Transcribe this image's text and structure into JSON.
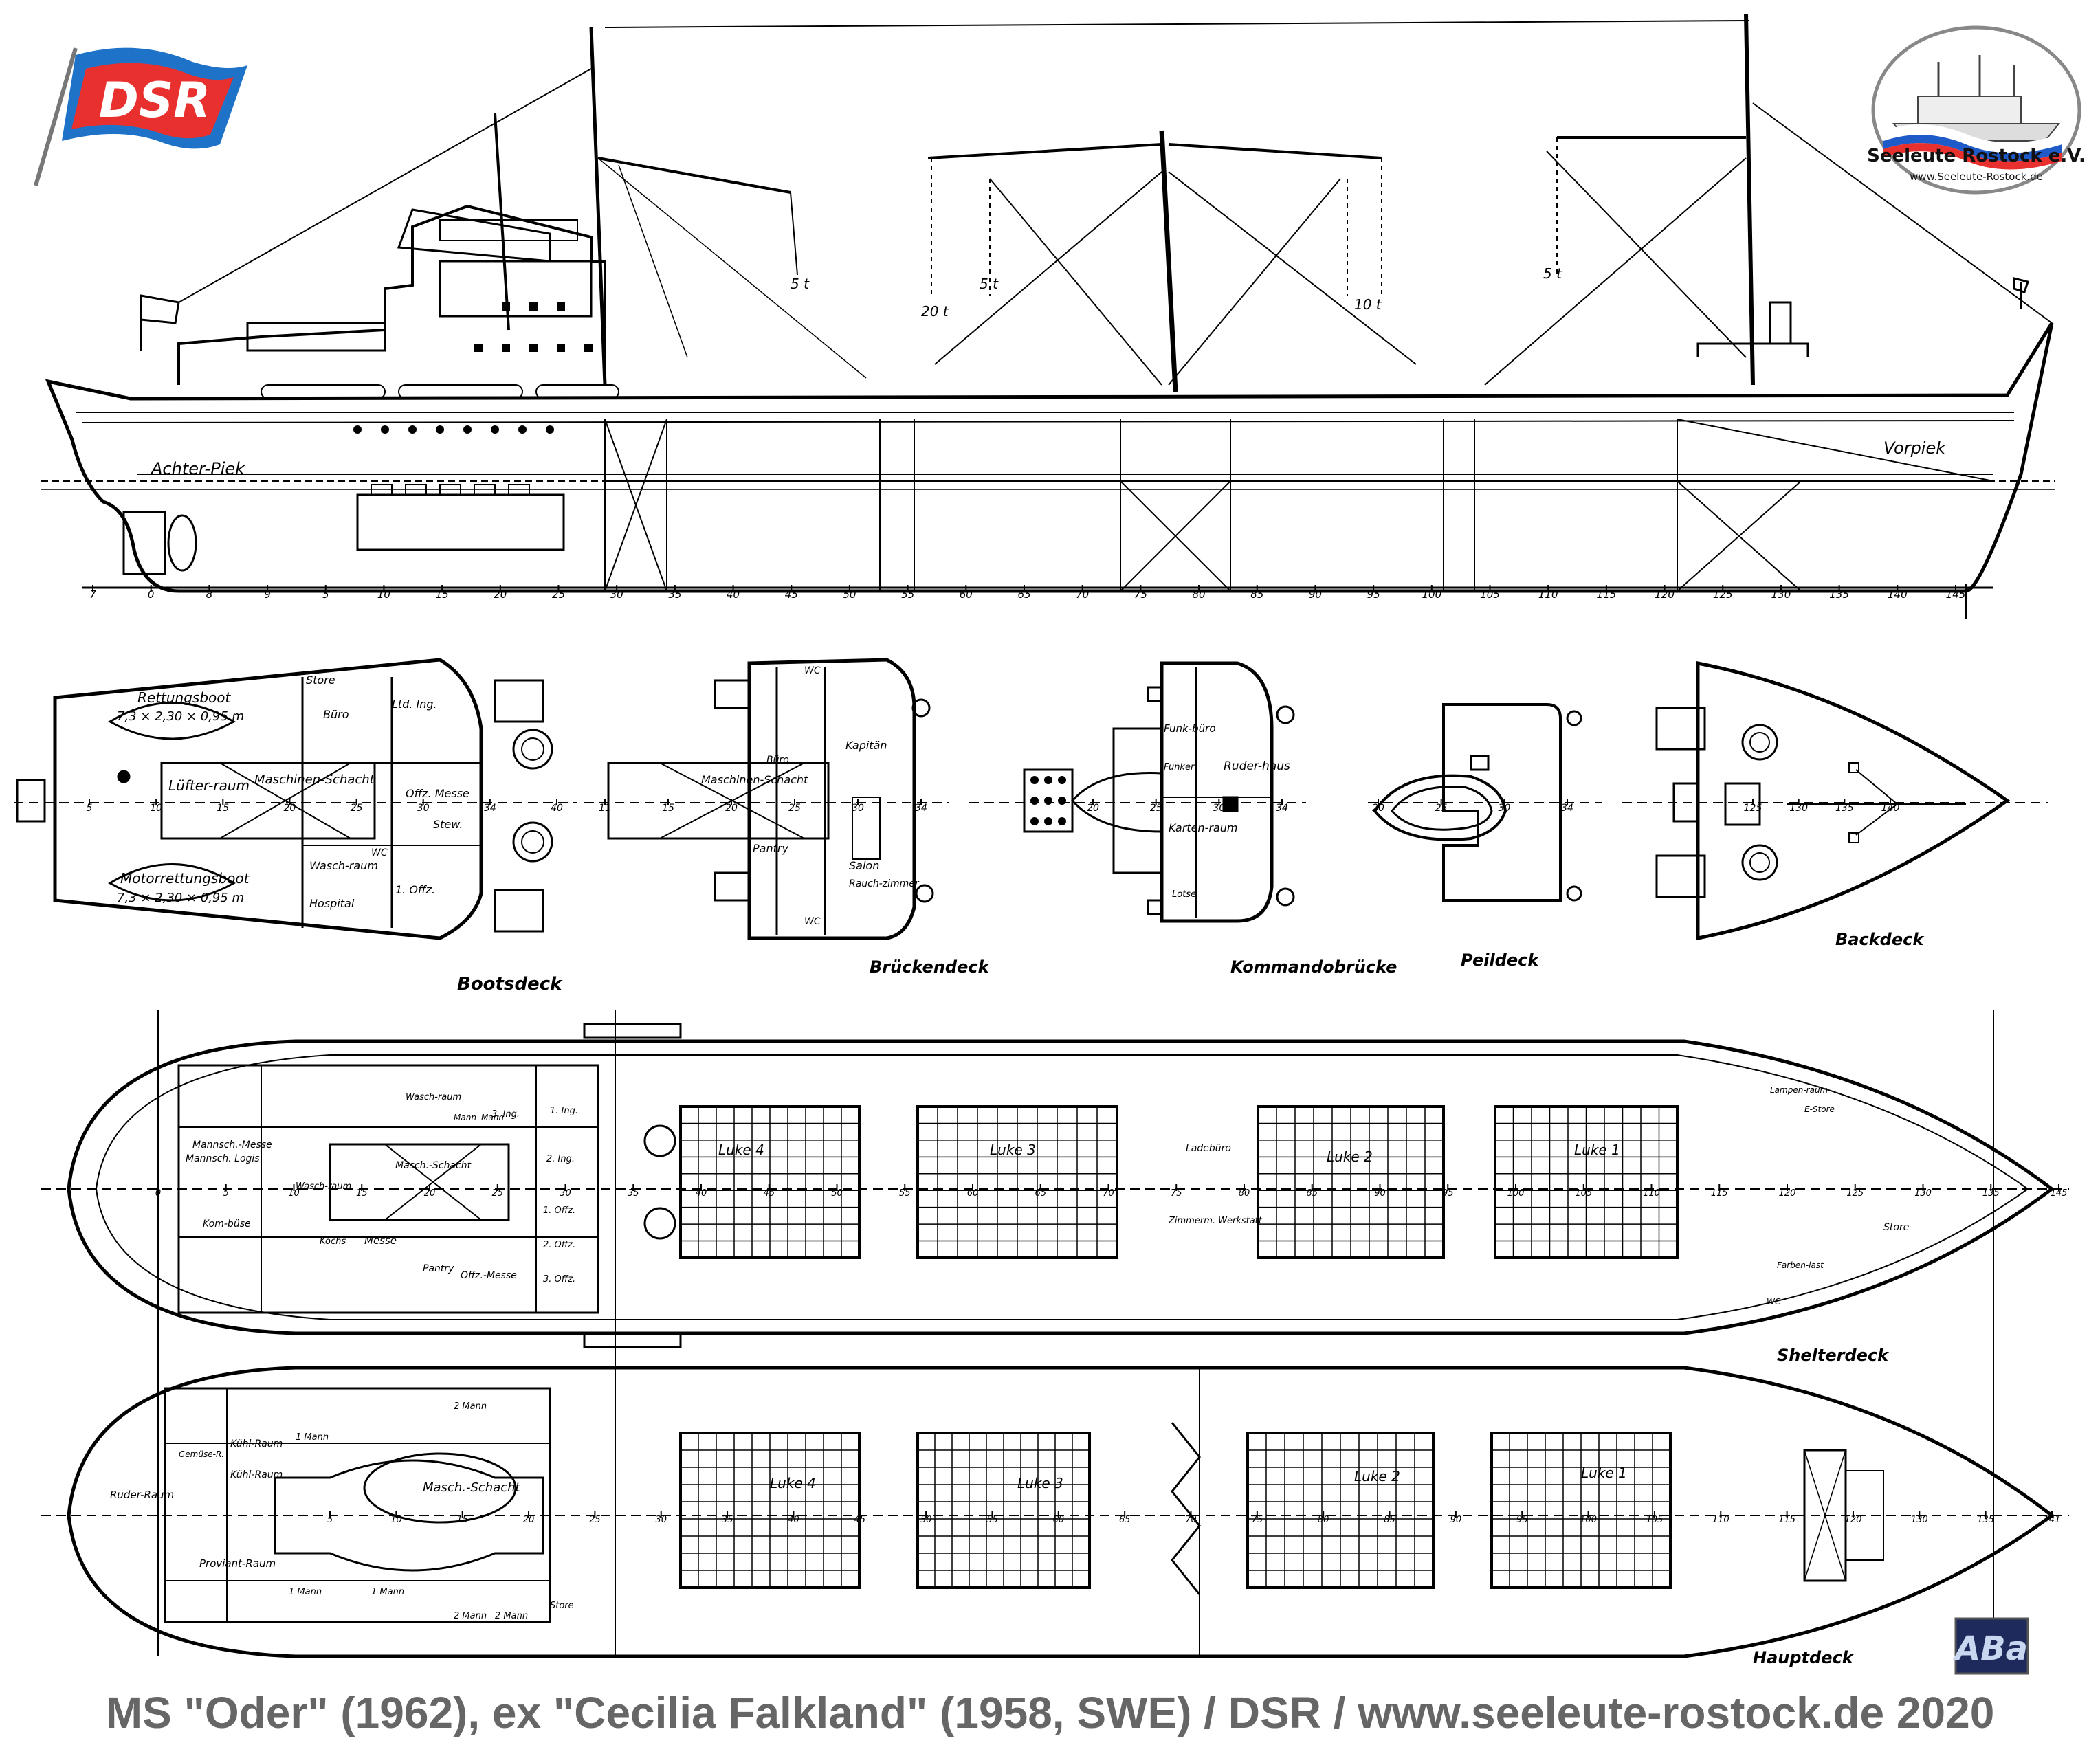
{
  "logos": {
    "dsr": "DSR",
    "club_name": "Seeleute Rostock e.V.",
    "club_url": "www.Seeleute-Rostock.de",
    "initials": "ABa"
  },
  "profile": {
    "aft_peak": "Achter-Piek",
    "fore_peak": "Vorpiek",
    "derricks": [
      "5 t",
      "20 t",
      "5 t",
      "10 t",
      "5 t"
    ],
    "frame_scale": [
      "7",
      "0",
      "8",
      "9",
      "5",
      "10",
      "15",
      "20",
      "25",
      "30",
      "35",
      "40",
      "45",
      "50",
      "55",
      "60",
      "65",
      "70",
      "75",
      "80",
      "85",
      "90",
      "95",
      "100",
      "105",
      "110",
      "115",
      "120",
      "125",
      "130",
      "135",
      "140",
      "145"
    ]
  },
  "boat_deck": {
    "title": "Bootsdeck",
    "lifeboat": "Rettungsboot",
    "lifeboat_dims": "7,3 × 2,30 × 0,95 m",
    "motor_lifeboat": "Motorrettungsboot",
    "motor_lifeboat_dims": "7,3 × 2,30 × 0,95 m",
    "rooms": [
      "Store",
      "Büro",
      "Ltd. Ing.",
      "Lüfter-raum",
      "Maschinen-Schacht",
      "Offz. Messe",
      "Stew.",
      "Wasch-raum",
      "1. Offz.",
      "Hospital",
      "WC"
    ],
    "frames": [
      "5",
      "10",
      "15",
      "20",
      "25",
      "30",
      "34",
      "40"
    ]
  },
  "bridge_deck": {
    "title": "Brückendeck",
    "rooms": [
      "WC",
      "Büro",
      "Kapitän",
      "Maschinen-Schacht",
      "Pantry",
      "Salon",
      "Rauch-zimmer",
      "WC"
    ],
    "frames": [
      "11",
      "15",
      "20",
      "25",
      "30",
      "34"
    ]
  },
  "command_bridge": {
    "title": "Kommandobrücke",
    "rooms": [
      "Funk-büro",
      "Funker",
      "Ruder-haus",
      "Karten-raum",
      "Lotse"
    ],
    "frames": [
      "20",
      "25",
      "30",
      "34"
    ]
  },
  "peil_deck": {
    "title": "Peildeck",
    "frames": [
      "20",
      "25",
      "30",
      "34"
    ]
  },
  "forecastle": {
    "title": "Backdeck",
    "frames": [
      "125",
      "130",
      "135",
      "140"
    ]
  },
  "shelter_deck": {
    "title": "Shelterdeck",
    "hatches": [
      "Luke 4",
      "Luke 3",
      "Luke 2",
      "Luke 1"
    ],
    "rooms": [
      "Mannsch.-Messe",
      "Mannsch. Logis",
      "Kom-büse",
      "Wasch-raum",
      "Kochs",
      "Messe",
      "Pantry",
      "Offz.-Messe",
      "Masch.-Schacht",
      "1. Ing.",
      "2. Ing.",
      "3. Ing.",
      "1. Offz.",
      "2. Offz.",
      "3. Offz.",
      "Wasch-raum",
      "Mann",
      "Mann",
      "Ladebüro",
      "Zimmerm. Werkstatt",
      "Lampen-raum",
      "E-Store",
      "Store",
      "Farben-last",
      "WC"
    ],
    "frames": [
      "0",
      "5",
      "10",
      "15",
      "20",
      "25",
      "30",
      "35",
      "40",
      "45",
      "50",
      "55",
      "60",
      "65",
      "70",
      "75",
      "80",
      "85",
      "90",
      "95",
      "100",
      "105",
      "110",
      "115",
      "120",
      "125",
      "130",
      "135",
      "145"
    ]
  },
  "main_deck": {
    "title": "Hauptdeck",
    "hatches": [
      "Luke 4",
      "Luke 3",
      "Luke 2",
      "Luke 1"
    ],
    "rooms": [
      "Ruder-Raum",
      "Kühl-Raum",
      "Kühl-Raum",
      "Gemüse-R.",
      "Proviant-Raum",
      "Masch.-Schacht",
      "1 Mann",
      "1 Mann",
      "1 Mann",
      "2 Mann",
      "2 Mann",
      "2 Mann",
      "Store"
    ],
    "frames": [
      "5",
      "10",
      "15",
      "20",
      "25",
      "30",
      "35",
      "40",
      "45",
      "50",
      "55",
      "60",
      "65",
      "70",
      "75",
      "80",
      "85",
      "90",
      "95",
      "100",
      "105",
      "110",
      "115",
      "120",
      "130",
      "135",
      "141"
    ]
  },
  "caption": "MS \"Oder\" (1962), ex \"Cecilia Falkland\" (1958, SWE) / DSR / www.seeleute-rostock.de 2020",
  "colors": {
    "ink": "#000000",
    "dsr_red": "#e8312f",
    "flag_blue": "#1e73c8",
    "caption_gray": "#666666",
    "club_border": "#888888"
  }
}
